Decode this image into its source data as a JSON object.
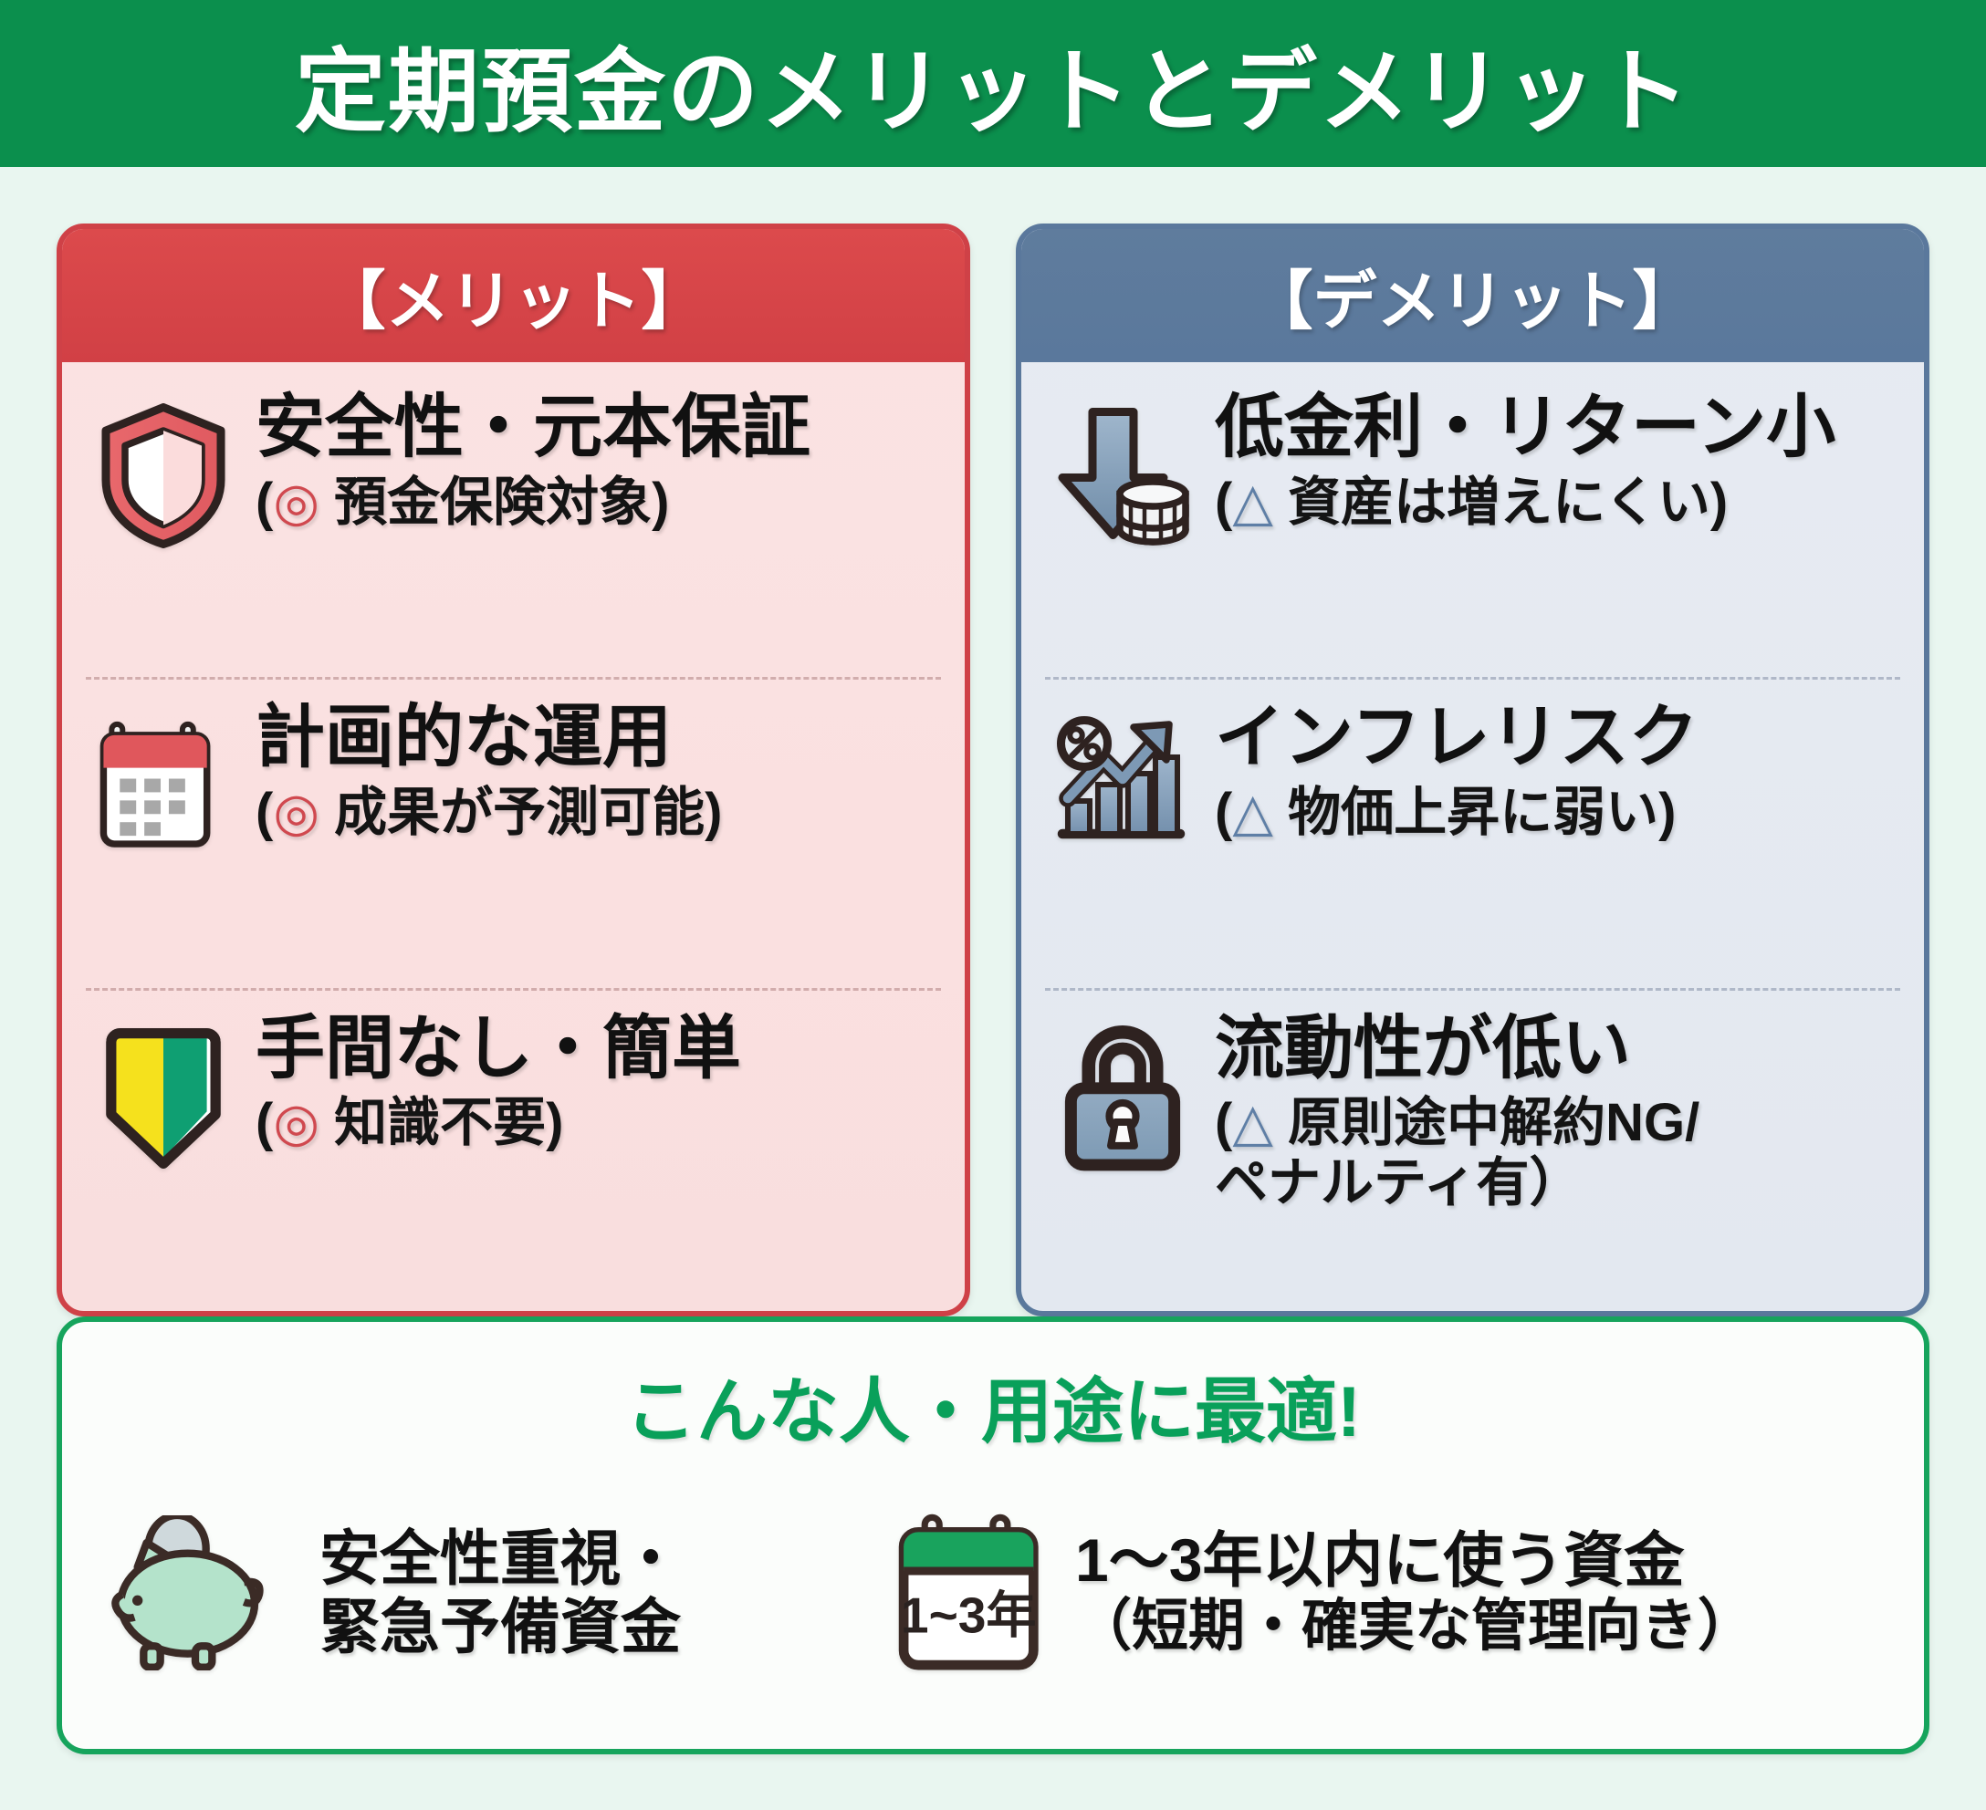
{
  "header": {
    "title": "定期預金のメリットとデメリット"
  },
  "colors": {
    "background": "#e9f6f0",
    "header_green": "#0b8f4d",
    "merit_red": "#d14045",
    "demerit_blue": "#5a789c",
    "accent_green": "#09a05a",
    "text_dark": "#111111"
  },
  "merit_card": {
    "heading": "【メリット】",
    "items": [
      {
        "icon": "shield-icon",
        "title": "安全性・元本保証",
        "mark": "◎",
        "note": "預金保険対象"
      },
      {
        "icon": "calendar-icon",
        "title": "計画的な運用",
        "mark": "◎",
        "note": "成果が予測可能"
      },
      {
        "icon": "beginner-mark-icon",
        "title": "手間なし・簡単",
        "mark": "◎",
        "note": "知識不要"
      }
    ]
  },
  "demerit_card": {
    "heading": "【デメリット】",
    "items": [
      {
        "icon": "down-arrow-coins-icon",
        "title": "低金利・リターン小",
        "mark": "△",
        "note": "資産は増えにくい"
      },
      {
        "icon": "inflation-chart-icon",
        "title": "インフレリスク",
        "mark": "△",
        "note": "物価上昇に弱い"
      },
      {
        "icon": "lock-icon",
        "title": "流動性が低い",
        "mark": "△",
        "note": "原則途中解約NG/",
        "note2": "ペナルティ有）"
      }
    ]
  },
  "bottom": {
    "title": "こんな人・用途に最適!",
    "cells": [
      {
        "icon": "piggy-bank-icon",
        "line1": "安全性重視・",
        "line2": "緊急予備資金"
      },
      {
        "icon": "calendar-1-3-years-icon",
        "calendar_label": "1~3年",
        "line1": "1〜3年以内に使う資金",
        "line2": "（短期・確実な管理向き）"
      }
    ]
  }
}
